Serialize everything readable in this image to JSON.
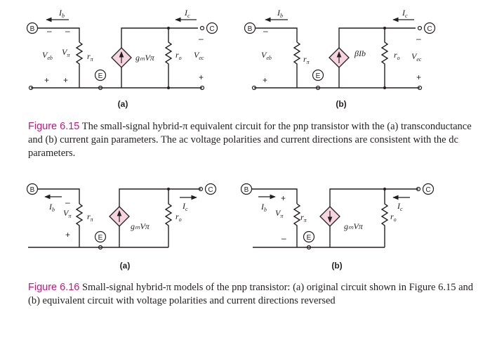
{
  "figure_15": {
    "number": "Figure 6.15",
    "text": "The small-signal hybrid-π equivalent circuit for the pnp transistor with the (a) transconductance and (b) current gain parameters. The ac voltage polarities and current directions are consistent with the dc parameters.",
    "a_label": "(a)",
    "b_label": "(b)"
  },
  "figure_16": {
    "number": "Figure 6.16",
    "text": "Small-signal hybrid-π models of the pnp transistor: (a) original circuit shown in Figure 6.15 and (b) equivalent circuit with voltage polarities and current directions reversed",
    "a_label": "(a)",
    "b_label": "(b)"
  },
  "nodes": {
    "base": "B",
    "emitter": "E",
    "collector": "C"
  },
  "labels": {
    "ib": "I",
    "ib_sub": "b",
    "ic": "I",
    "ic_sub": "c",
    "veb": "V",
    "veb_sub": "eb",
    "vec": "V",
    "vec_sub": "ec",
    "vpi": "V",
    "vpi_sub": "π",
    "rpi": "r",
    "rpi_sub": "π",
    "ro": "r",
    "ro_sub": "o",
    "gm_src": "gₘVπ",
    "beta_src": "βIb",
    "plus": "+",
    "minus": "–"
  },
  "colors": {
    "accent": "#d2127a",
    "source_fill": "#f6d4e0",
    "ink": "#231f20"
  }
}
